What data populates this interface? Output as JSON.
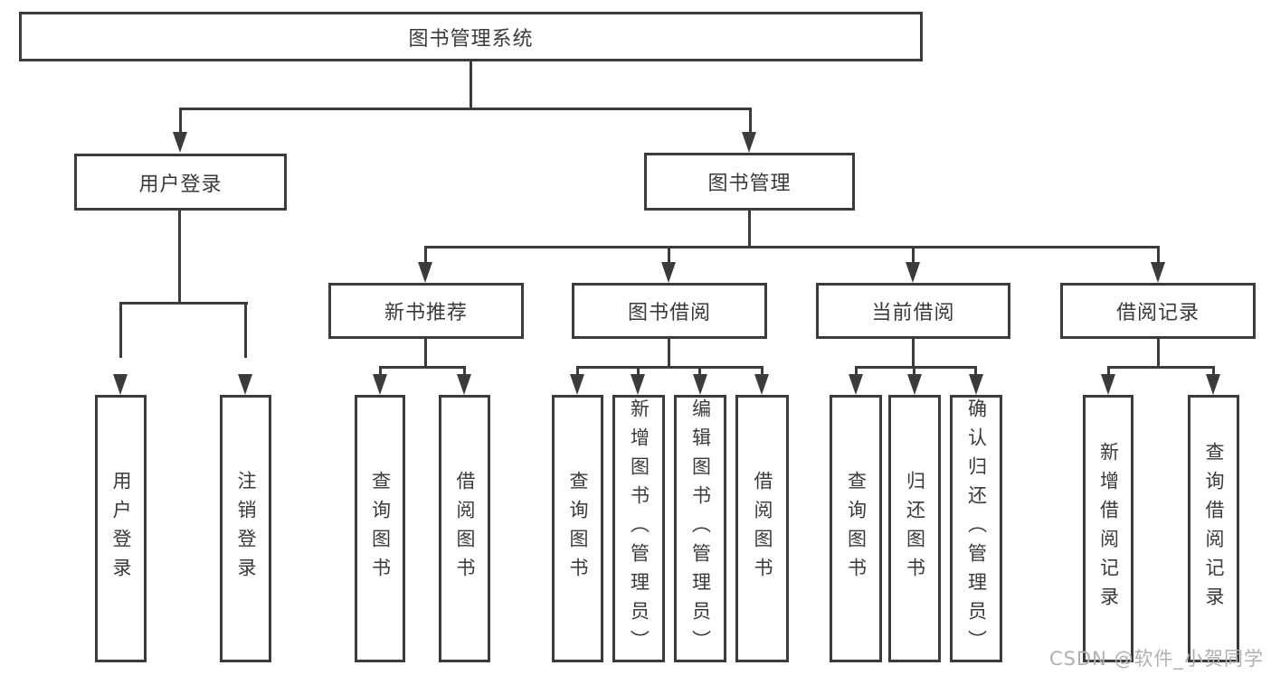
{
  "root": {
    "label": "图书管理系统",
    "children": [
      {
        "label": "用户登录",
        "children": [
          {
            "label": "用户登录"
          },
          {
            "label": "注销登录"
          }
        ]
      },
      {
        "label": "图书管理",
        "children": [
          {
            "label": "新书推荐",
            "children": [
              {
                "label": "查询图书"
              },
              {
                "label": "借阅图书"
              }
            ]
          },
          {
            "label": "图书借阅",
            "children": [
              {
                "label": "查询图书"
              },
              {
                "label": "新增图书（管理员）"
              },
              {
                "label": "编辑图书（管理员）"
              },
              {
                "label": "借阅图书"
              }
            ]
          },
          {
            "label": "当前借阅",
            "children": [
              {
                "label": "查询图书"
              },
              {
                "label": "归还图书"
              },
              {
                "label": "确认归还（管理员）"
              }
            ]
          },
          {
            "label": "借阅记录",
            "children": [
              {
                "label": "新增借阅记录"
              },
              {
                "label": "查询借阅记录"
              }
            ]
          }
        ]
      }
    ]
  },
  "watermark": "CSDN @软件_小贺同学",
  "colors": {
    "line": "#3b3b3b",
    "text": "#3a3a3a",
    "watermark": "#b0b0b0",
    "background": "#ffffff"
  }
}
